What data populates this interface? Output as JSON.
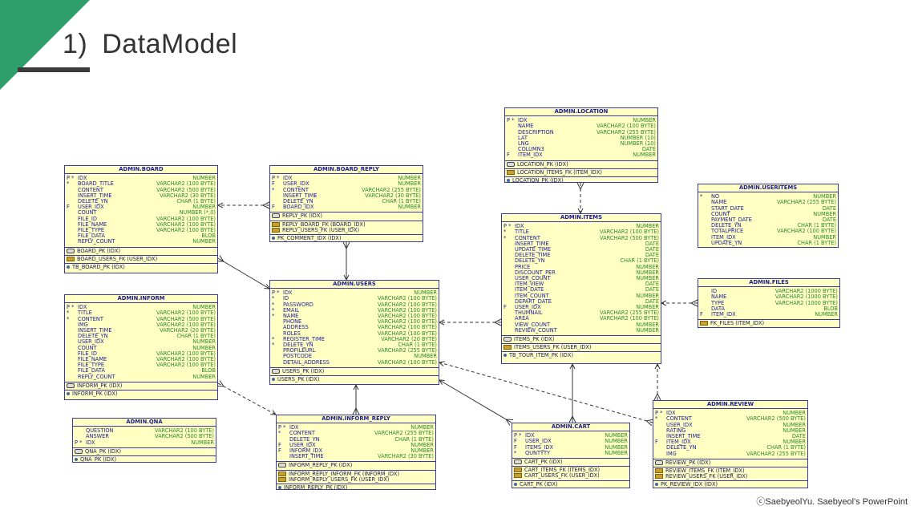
{
  "slide": {
    "number": "1)",
    "title": "DataModel",
    "footer": "ⓒSaebyeolYu. Saebyeol's PowerPoint"
  },
  "tables": [
    {
      "id": "board",
      "name": "ADMIN.BOARD",
      "cols": [
        {
          "f": "P *",
          "n": "IDX",
          "t": "NUMBER"
        },
        {
          "f": "*",
          "n": "BOARD_TITLE",
          "t": "VARCHAR2 (100 BYTE)"
        },
        {
          "f": "",
          "n": "CONTENT",
          "t": "VARCHAR2 (500 BYTE)"
        },
        {
          "f": "",
          "n": "INSERT_TIME",
          "t": "VARCHAR2 (30 BYTE)"
        },
        {
          "f": "",
          "n": "DELETE_YN",
          "t": "CHAR (1 BYTE)"
        },
        {
          "f": "F",
          "n": "USER_IDX",
          "t": "NUMBER"
        },
        {
          "f": "",
          "n": "COUNT",
          "t": "NUMBER (*,0)"
        },
        {
          "f": "",
          "n": "FILE_ID",
          "t": "VARCHAR2 (100 BYTE)"
        },
        {
          "f": "",
          "n": "FILE_NAME",
          "t": "VARCHAR2 (100 BYTE)"
        },
        {
          "f": "",
          "n": "FILE_TYPE",
          "t": "VARCHAR2 (100 BYTE)"
        },
        {
          "f": "",
          "n": "FILE_DATA",
          "t": "BLOB"
        },
        {
          "f": "",
          "n": "REPLY_COUNT",
          "t": "NUMBER"
        }
      ],
      "pks": [
        "BOARD_PK (IDX)"
      ],
      "fks": [
        "BOARD_USERS_FK (USER_IDX)"
      ],
      "idx": [
        "TB_BOARD_PK (IDX)"
      ]
    },
    {
      "id": "board_reply",
      "name": "ADMIN.BOARD_REPLY",
      "cols": [
        {
          "f": "P *",
          "n": "IDX",
          "t": "NUMBER"
        },
        {
          "f": "F",
          "n": "USER_IDX",
          "t": "NUMBER"
        },
        {
          "f": "*",
          "n": "CONTENT",
          "t": "VARCHAR2 (255 BYTE)"
        },
        {
          "f": "",
          "n": "INSERT_TIME",
          "t": "VARCHAR2 (30 BYTE)"
        },
        {
          "f": "",
          "n": "DELETE_YN",
          "t": "CHAR (1 BYTE)"
        },
        {
          "f": "F",
          "n": "BOARD_IDX",
          "t": "NUMBER"
        }
      ],
      "pks": [
        "REPLY_PK (IDX)"
      ],
      "fks": [
        "REPLY_BOARD_FK (BOARD_IDX)",
        "REPLY_USERS_FK (USER_IDX)"
      ],
      "idx": [
        "PK_COMMENT_IDX (IDX)"
      ]
    },
    {
      "id": "location",
      "name": "ADMIN.LOCATION",
      "cols": [
        {
          "f": "P *",
          "n": "IDX",
          "t": "NUMBER"
        },
        {
          "f": "",
          "n": "NAME",
          "t": "VARCHAR2 (100 BYTE)"
        },
        {
          "f": "",
          "n": "DESCRIPTION",
          "t": "VARCHAR2 (255 BYTE)"
        },
        {
          "f": "",
          "n": "LAT",
          "t": "NUMBER (10)"
        },
        {
          "f": "",
          "n": "LNG",
          "t": "NUMBER (10)"
        },
        {
          "f": "",
          "n": "COLUMN3",
          "t": "DATE"
        },
        {
          "f": "F",
          "n": "ITEM_IDX",
          "t": "NUMBER"
        }
      ],
      "pks": [
        "LOCATION_PK (IDX)"
      ],
      "fks": [
        "LOCATION_ITEMS_FK (ITEM_IDX)"
      ],
      "idx": [
        "LOCATION_PK (IDX)"
      ]
    },
    {
      "id": "useritems",
      "name": "ADMIN.USERITEMS",
      "cols": [
        {
          "f": "*",
          "n": "NO",
          "t": "NUMBER"
        },
        {
          "f": "",
          "n": "NAME",
          "t": "VARCHAR2 (255 BYTE)"
        },
        {
          "f": "",
          "n": "START_DATE",
          "t": "DATE"
        },
        {
          "f": "",
          "n": "COUNT",
          "t": "NUMBER"
        },
        {
          "f": "",
          "n": "PAYMENT_DATE",
          "t": "DATE"
        },
        {
          "f": "",
          "n": "DELETE_YN",
          "t": "CHAR (1 BYTE)"
        },
        {
          "f": "",
          "n": "TOTALPRICE",
          "t": "VARCHAR2 (100 BYTE)"
        },
        {
          "f": "",
          "n": "ITEM_IDX",
          "t": "NUMBER"
        },
        {
          "f": "",
          "n": "UPDATE_YN",
          "t": "CHAR (1 BYTE)"
        }
      ],
      "pks": [],
      "fks": [],
      "idx": []
    },
    {
      "id": "items",
      "name": "ADMIN.ITEMS",
      "cols": [
        {
          "f": "P *",
          "n": "IDX",
          "t": "NUMBER"
        },
        {
          "f": "*",
          "n": "TITLE",
          "t": "VARCHAR2 (100 BYTE)"
        },
        {
          "f": "*",
          "n": "CONTENT",
          "t": "VARCHAR2 (500 BYTE)"
        },
        {
          "f": "",
          "n": "INSERT_TIME",
          "t": "DATE"
        },
        {
          "f": "",
          "n": "UPDATE_TIME",
          "t": "DATE"
        },
        {
          "f": "",
          "n": "DELETE_TIME",
          "t": "DATE"
        },
        {
          "f": "",
          "n": "DELETE_YN",
          "t": "CHAR (1 BYTE)"
        },
        {
          "f": "",
          "n": "PRICE",
          "t": "NUMBER"
        },
        {
          "f": "",
          "n": "DISCOUNT_PER",
          "t": "NUMBER"
        },
        {
          "f": "",
          "n": "USER_COUNT",
          "t": "NUMBER"
        },
        {
          "f": "",
          "n": "ITEM_VIEW",
          "t": "DATE"
        },
        {
          "f": "",
          "n": "ITEM_DATE",
          "t": "DATE"
        },
        {
          "f": "",
          "n": "ITEM_COUNT",
          "t": "NUMBER"
        },
        {
          "f": "",
          "n": "DEPART_DATE",
          "t": "DATE"
        },
        {
          "f": "F",
          "n": "USER_IDX",
          "t": "NUMBER"
        },
        {
          "f": "",
          "n": "THUMNAIL",
          "t": "VARCHAR2 (255 BYTE)"
        },
        {
          "f": "",
          "n": "AREA",
          "t": "VARCHAR2 (100 BYTE)"
        },
        {
          "f": "",
          "n": "VIEW_COUNT",
          "t": "NUMBER"
        },
        {
          "f": "",
          "n": "REVIEW_COUNT",
          "t": "NUMBER"
        }
      ],
      "pks": [
        "ITEMS_PK (IDX)"
      ],
      "fks": [
        "ITEMS_USERS_FK (USER_IDX)"
      ],
      "idx": [
        "TB_TOUR_ITEM_PK (IDX)"
      ]
    },
    {
      "id": "users",
      "name": "ADMIN.USERS",
      "cols": [
        {
          "f": "P *",
          "n": "IDX",
          "t": "NUMBER"
        },
        {
          "f": "*",
          "n": "ID",
          "t": "VARCHAR2 (100 BYTE)"
        },
        {
          "f": "*",
          "n": "PASSWORD",
          "t": "VARCHAR2 (100 BYTE)"
        },
        {
          "f": "*",
          "n": "EMAIL",
          "t": "VARCHAR2 (100 BYTE)"
        },
        {
          "f": "*",
          "n": "NAME",
          "t": "VARCHAR2 (100 BYTE)"
        },
        {
          "f": "",
          "n": "PHONE",
          "t": "VARCHAR2 (100 BYTE)"
        },
        {
          "f": "",
          "n": "ADDRESS",
          "t": "VARCHAR2 (100 BYTE)"
        },
        {
          "f": "",
          "n": "ROLES",
          "t": "VARCHAR2 (100 BYTE)"
        },
        {
          "f": "*",
          "n": "REGISTER_TIME",
          "t": "VARCHAR2 (20 BYTE)"
        },
        {
          "f": "*",
          "n": "DELETE_YN",
          "t": "CHAR (1 BYTE)"
        },
        {
          "f": "",
          "n": "PROFILEURL",
          "t": "VARCHAR2 (255 BYTE)"
        },
        {
          "f": "",
          "n": "POSTCODE",
          "t": "NUMBER"
        },
        {
          "f": "",
          "n": "DETAIL_ADDRESS",
          "t": "VARCHAR2 (100 BYTE)"
        }
      ],
      "pks": [
        "USERS_PK (IDX)"
      ],
      "fks": [],
      "idx": [
        "USERS_PK (IDX)"
      ]
    },
    {
      "id": "files",
      "name": "ADMIN.FILES",
      "cols": [
        {
          "f": "",
          "n": "ID",
          "t": "VARCHAR2 (1000 BYTE)"
        },
        {
          "f": "",
          "n": "NAME",
          "t": "VARCHAR2 (1000 BYTE)"
        },
        {
          "f": "",
          "n": "TYPE",
          "t": "VARCHAR2 (1000 BYTE)"
        },
        {
          "f": "",
          "n": "DATA",
          "t": "BLOB"
        },
        {
          "f": "F",
          "n": "ITEM_IDX",
          "t": "NUMBER"
        }
      ],
      "pks": [],
      "fks": [
        "FK_FILES (ITEM_IDX)"
      ],
      "idx": []
    },
    {
      "id": "inform",
      "name": "ADMIN.INFORM",
      "cols": [
        {
          "f": "P *",
          "n": "IDX",
          "t": "NUMBER"
        },
        {
          "f": "*",
          "n": "TITLE",
          "t": "VARCHAR2 (100 BYTE)"
        },
        {
          "f": "*",
          "n": "CONTENT",
          "t": "VARCHAR2 (500 BYTE)"
        },
        {
          "f": "",
          "n": "IMG",
          "t": "VARCHAR2 (100 BYTE)"
        },
        {
          "f": "",
          "n": "INSERT_TIME",
          "t": "VARCHAR2 (20 BYTE)"
        },
        {
          "f": "",
          "n": "DELETE_YN",
          "t": "CHAR (1 BYTE)"
        },
        {
          "f": "",
          "n": "USER_IDX",
          "t": "NUMBER"
        },
        {
          "f": "",
          "n": "COUNT",
          "t": "NUMBER"
        },
        {
          "f": "",
          "n": "FILE_ID",
          "t": "VARCHAR2 (100 BYTE)"
        },
        {
          "f": "",
          "n": "FILE_NAME",
          "t": "VARCHAR2 (100 BYTE)"
        },
        {
          "f": "",
          "n": "FILE_TYPE",
          "t": "VARCHAR2 (100 BYTE)"
        },
        {
          "f": "",
          "n": "FILE_DATA",
          "t": "BLOB"
        },
        {
          "f": "",
          "n": "REPLY_COUNT",
          "t": "NUMBER"
        }
      ],
      "pks": [
        "INFORM_PK (IDX)"
      ],
      "fks": [],
      "idx": [
        "INFORM_PK (IDX)"
      ]
    },
    {
      "id": "qna",
      "name": "ADMIN.QNA",
      "cols": [
        {
          "f": "",
          "n": "QUESTION",
          "t": "VARCHAR2 (100 BYTE)"
        },
        {
          "f": "",
          "n": "ANSWER",
          "t": "VARCHAR2 (500 BYTE)"
        },
        {
          "f": "P *",
          "n": "IDX",
          "t": "NUMBER"
        }
      ],
      "pks": [
        "QNA_PK (IDX)"
      ],
      "fks": [],
      "idx": [
        "QNA_PK (IDX)"
      ]
    },
    {
      "id": "inform_reply",
      "name": "ADMIN.INFORM_REPLY",
      "cols": [
        {
          "f": "P *",
          "n": "IDX",
          "t": "NUMBER"
        },
        {
          "f": "*",
          "n": "CONTENT",
          "t": "VARCHAR2 (255 BYTE)"
        },
        {
          "f": "",
          "n": "DELETE_YN",
          "t": "CHAR (1 BYTE)"
        },
        {
          "f": "F",
          "n": "USER_IDX",
          "t": "NUMBER"
        },
        {
          "f": "F",
          "n": "INFORM_IDX",
          "t": "NUMBER"
        },
        {
          "f": "",
          "n": "INSERT_TIME",
          "t": "VARCHAR2 (30 BYTE)"
        }
      ],
      "pks": [
        "INFORM_REPLY_PK (IDX)"
      ],
      "fks": [
        "INFORM_REPLY_INFORM_FK (INFORM_IDX)",
        "INFORM_REPLY_USERS_FK (USER_IDX)"
      ],
      "idx": [
        "INFORM_REPLY_PK (IDX)"
      ]
    },
    {
      "id": "cart",
      "name": "ADMIN.CART",
      "cols": [
        {
          "f": "P *",
          "n": "IDX",
          "t": "NUMBER"
        },
        {
          "f": "F",
          "n": "USER_IDX",
          "t": "NUMBER"
        },
        {
          "f": "F",
          "n": "ITEMS_IDX",
          "t": "NUMBER"
        },
        {
          "f": "*",
          "n": "QUNTYTY",
          "t": "NUMBER"
        }
      ],
      "pks": [
        "CART_PK (IDX)"
      ],
      "fks": [
        "CART_ITEMS_FK (ITEMS_IDX)",
        "CART_USERS_FK (USER_IDX)"
      ],
      "idx": [
        "CART_PK (IDX)"
      ]
    },
    {
      "id": "review",
      "name": "ADMIN.REVIEW",
      "cols": [
        {
          "f": "P *",
          "n": "IDX",
          "t": "NUMBER"
        },
        {
          "f": "*",
          "n": "CONTENT",
          "t": "VARCHAR2 (500 BYTE)"
        },
        {
          "f": "",
          "n": "USER_IDX",
          "t": "NUMBER"
        },
        {
          "f": "",
          "n": "RATING",
          "t": "NUMBER"
        },
        {
          "f": "",
          "n": "INSERT_TIME",
          "t": "DATE"
        },
        {
          "f": "F",
          "n": "ITEM_IDX",
          "t": "NUMBER"
        },
        {
          "f": "",
          "n": "DELETE_YN",
          "t": "CHAR (1 BYTE)"
        },
        {
          "f": "",
          "n": "IMG",
          "t": "VARCHAR2 (255 BYTE)"
        }
      ],
      "pks": [
        "REVIEW_PK (IDX)"
      ],
      "fks": [
        "REVIEW_ITEMS_FK (ITEM_IDX)",
        "REVIEW_USERS_FK (USER_IDX)"
      ],
      "idx": [
        "PK_REVIEW_IDX (IDX)"
      ]
    }
  ],
  "relationships": [
    {
      "from": "board_reply",
      "to": "board",
      "style": "dashed"
    },
    {
      "from": "board_reply",
      "to": "users",
      "style": "solid"
    },
    {
      "from": "board",
      "to": "users",
      "style": "solid"
    },
    {
      "from": "location",
      "to": "items",
      "style": "dashed"
    },
    {
      "from": "items",
      "to": "users",
      "style": "dashed"
    },
    {
      "from": "files",
      "to": "items",
      "style": "dashed"
    },
    {
      "from": "inform",
      "to": "inform_reply",
      "style": "dashed"
    },
    {
      "from": "inform_reply",
      "to": "users",
      "style": "solid"
    },
    {
      "from": "cart",
      "to": "users",
      "style": "solid"
    },
    {
      "from": "cart",
      "to": "items",
      "style": "solid"
    },
    {
      "from": "review",
      "to": "users",
      "style": "dashed"
    },
    {
      "from": "review",
      "to": "items",
      "style": "dashed"
    }
  ]
}
